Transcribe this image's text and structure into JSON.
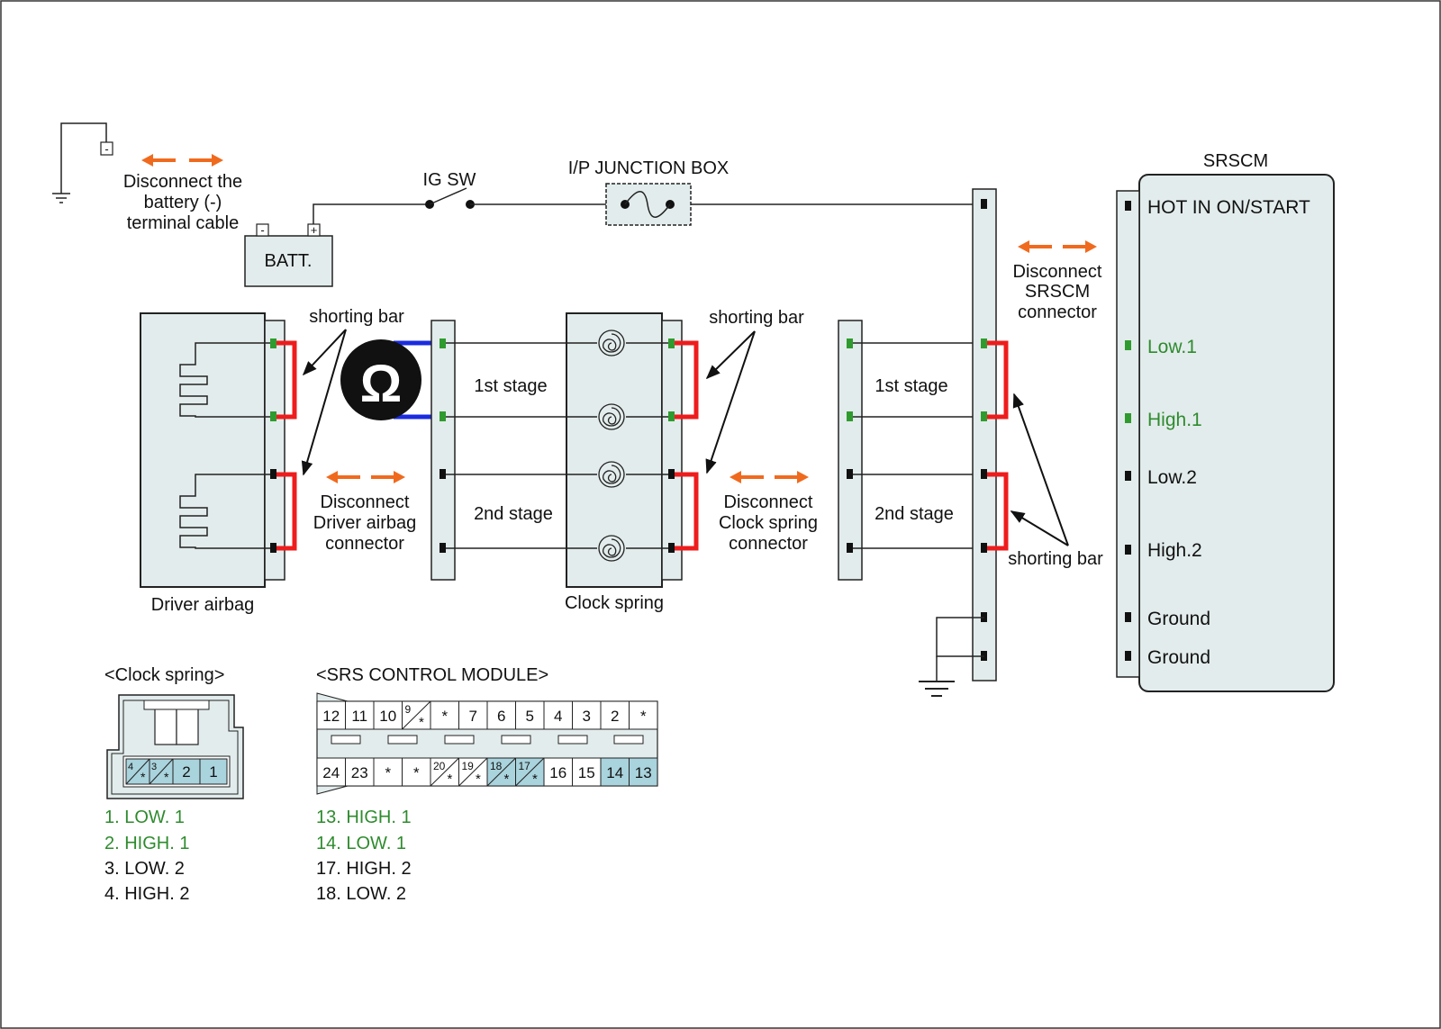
{
  "labels": {
    "disconnect_battery_1": "Disconnect the",
    "disconnect_battery_2": "battery (-)",
    "disconnect_battery_3": "terminal cable",
    "ig_sw": "IG SW",
    "junction_box": "I/P JUNCTION BOX",
    "batt": "BATT.",
    "batt_minus": "-",
    "batt_plus": "+",
    "ground_minus": "-",
    "srscm": "SRSCM",
    "disconnect_srscm_1": "Disconnect",
    "disconnect_srscm_2": "SRSCM",
    "disconnect_srscm_3": "connector",
    "shorting_bar_1": "shorting bar",
    "shorting_bar_2": "shorting bar",
    "shorting_bar_3": "shorting bar",
    "stage1_left": "1st stage",
    "stage2_left": "2nd stage",
    "stage1_right": "1st stage",
    "stage2_right": "2nd stage",
    "disconnect_airbag_1": "Disconnect",
    "disconnect_airbag_2": "Driver airbag",
    "disconnect_airbag_3": "connector",
    "disconnect_clock_1": "Disconnect",
    "disconnect_clock_2": "Clock spring",
    "disconnect_clock_3": "connector",
    "driver_airbag": "Driver airbag",
    "clock_spring": "Clock spring",
    "ohm": "Ω"
  },
  "srscm_pins": {
    "hot": "HOT IN ON/START",
    "low1": "Low.1",
    "high1": "High.1",
    "low2": "Low.2",
    "high2": "High.2",
    "ground1": "Ground",
    "ground2": "Ground"
  },
  "clock_connector": {
    "title": "<Clock spring>",
    "pins": [
      "4",
      "3",
      "2",
      "1"
    ],
    "star": "*",
    "legend": [
      "1. LOW. 1",
      "2. HIGH. 1",
      "3. LOW. 2",
      "4. HIGH. 2"
    ]
  },
  "srs_connector": {
    "title": "<SRS CONTROL MODULE>",
    "top_row": [
      "12",
      "11",
      "10",
      "9",
      "*",
      "7",
      "6",
      "5",
      "4",
      "3",
      "2",
      "*"
    ],
    "bottom_row": [
      "24",
      "23",
      "*",
      "*",
      "20",
      "19",
      "18",
      "17",
      "16",
      "15",
      "14",
      "13"
    ],
    "star": "*",
    "legend": [
      "13. HIGH. 1",
      "14. LOW. 1",
      "17. HIGH. 2",
      "18. LOW. 2"
    ]
  },
  "colors": {
    "shorting_bar": "#ee1c1c",
    "ohm_leads": "#1a2be0",
    "disconnect_arrows": "#f06a1e",
    "highlight_text": "#2e8b2e",
    "connector_fill": "#a9d3dd"
  }
}
